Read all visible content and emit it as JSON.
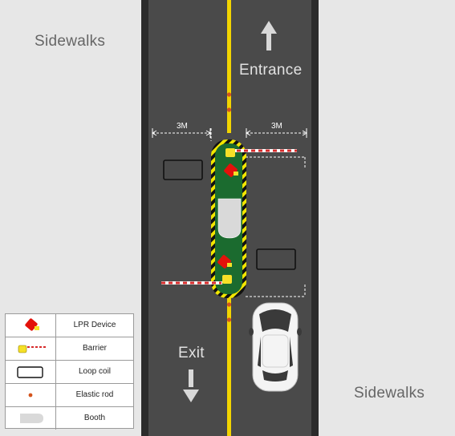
{
  "labels": {
    "sidewalks_left": "Sidewalks",
    "sidewalks_right": "Sidewalks",
    "entrance": "Entrance",
    "exit": "Exit",
    "dimension_left": "3M",
    "dimension_right": "3M"
  },
  "legend": {
    "items": [
      {
        "label": "LPR Device",
        "symbol": "lpr-device-icon"
      },
      {
        "label": "Barrier",
        "symbol": "barrier-icon"
      },
      {
        "label": "Loop coil",
        "symbol": "loop-coil-icon"
      },
      {
        "label": "Elastic rod",
        "symbol": "elastic-rod-icon"
      },
      {
        "label": "Booth",
        "symbol": "booth-icon"
      }
    ]
  },
  "colors": {
    "sidewalk": "#e7e7e7",
    "asphalt": "#4a4a4a",
    "road_edge": "#2b2b2b",
    "center_line": "#f2d400",
    "island": "#1b6b2f",
    "hazard_yellow": "#f2e600",
    "hazard_black": "#111111",
    "lpr_device": "#e3120b",
    "barrier_box": "#f5e027",
    "barrier_stripe": "#d62a2a",
    "elastic_rod": "#d4541c",
    "booth": "#d9d9d9"
  }
}
